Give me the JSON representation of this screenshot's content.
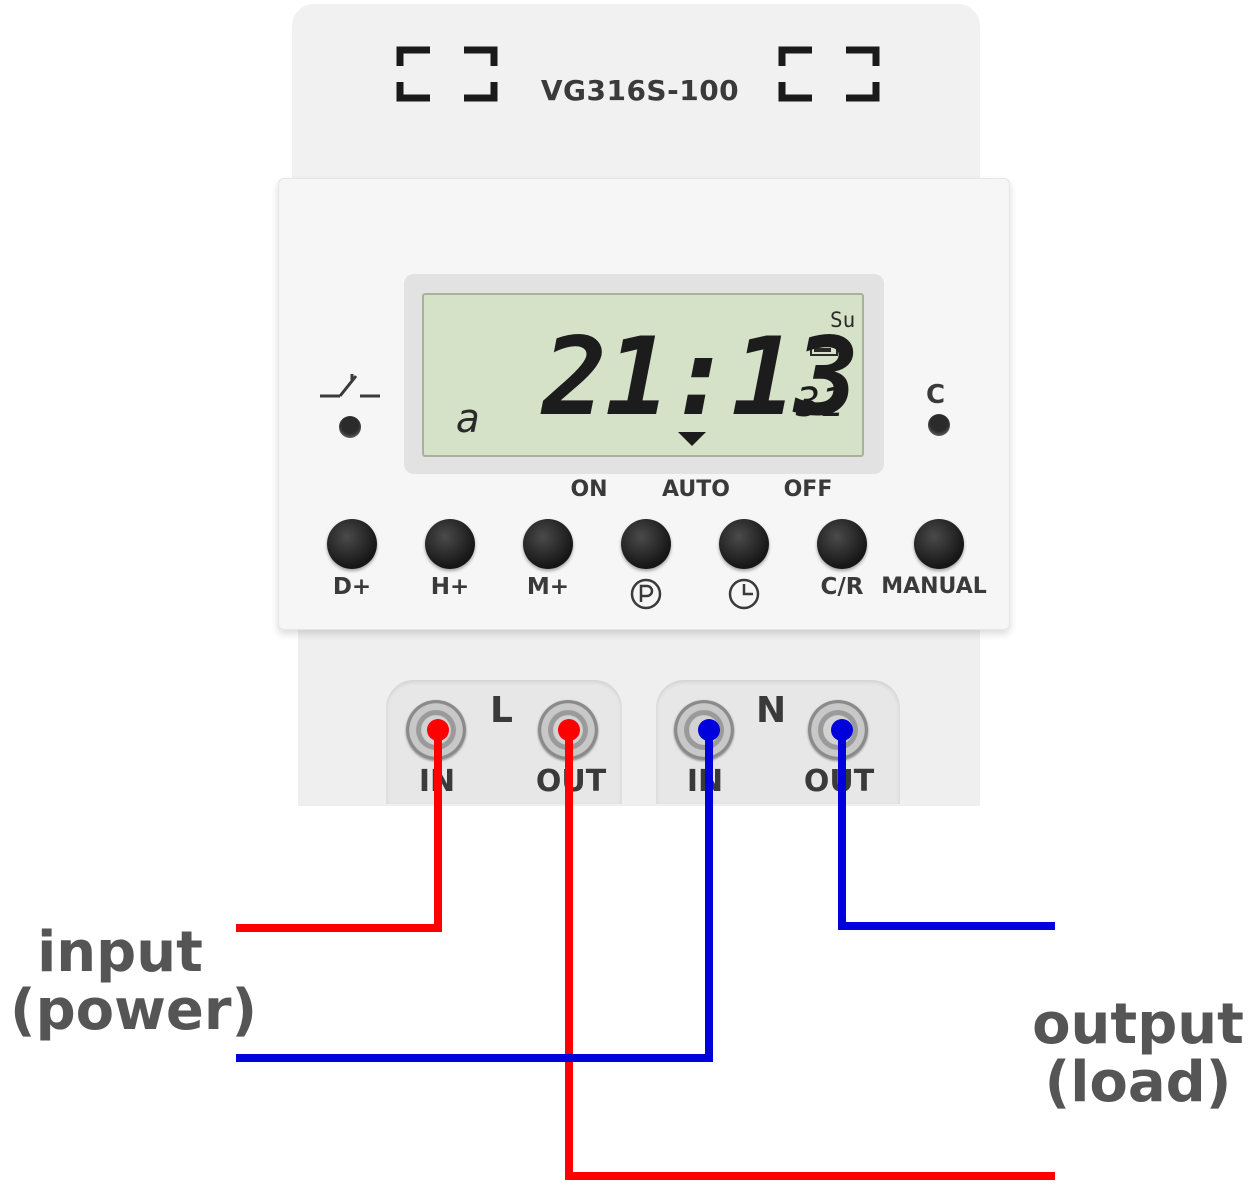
{
  "device": {
    "model": "VG316S-100"
  },
  "lcd": {
    "day": "Su",
    "mode_char": "a",
    "time": "21:13",
    "seconds": "31",
    "battery_level": 0.85
  },
  "indicators": {
    "right_led_label": "C"
  },
  "modes": {
    "on": "ON",
    "auto": "AUTO",
    "off": "OFF"
  },
  "buttons": [
    {
      "label": "D+"
    },
    {
      "label": "H+"
    },
    {
      "label": "M+"
    },
    {
      "label": "",
      "icon": "program-p-icon"
    },
    {
      "label": "",
      "icon": "clock-icon"
    },
    {
      "label": "C/R"
    },
    {
      "label": "MANUAL"
    }
  ],
  "terminals": {
    "live": {
      "letter": "L",
      "in": "IN",
      "out": "OUT"
    },
    "neutral": {
      "letter": "N",
      "in": "IN",
      "out": "OUT"
    }
  },
  "wiring": {
    "input_label_line1": "input",
    "input_label_line2": "(power)",
    "output_label_line1": "output",
    "output_label_line2": "(load)",
    "colors": {
      "live": "#ff0000",
      "neutral": "#0000dd"
    }
  }
}
